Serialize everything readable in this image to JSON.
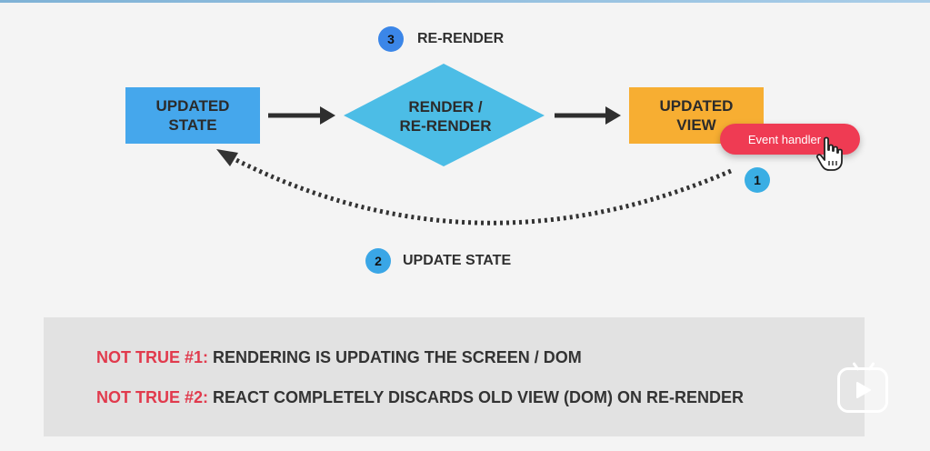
{
  "diagram": {
    "updated_state": "UPDATED\nSTATE",
    "render": "RENDER /\nRE-RENDER",
    "updated_view": "UPDATED\nVIEW",
    "event_handler": "Event handler",
    "steps": [
      {
        "number": "1"
      },
      {
        "number": "2",
        "label": "UPDATE STATE"
      },
      {
        "number": "3",
        "label": "RE-RENDER"
      }
    ],
    "colors": {
      "state_box": "#45a7ec",
      "diamond": "#4cbde6",
      "view_box": "#f7ae32",
      "event_pill": "#ef3b53",
      "myth_tag": "#e13a4d"
    }
  },
  "myths": [
    {
      "tag": "NOT TRUE #1:",
      "text": " RENDERING IS UPDATING THE SCREEN / DOM"
    },
    {
      "tag": "NOT TRUE #2:",
      "text": " REACT COMPLETELY DISCARDS OLD VIEW (DOM) ON RE-RENDER"
    }
  ],
  "overlay": {
    "icon": "play-icon"
  }
}
